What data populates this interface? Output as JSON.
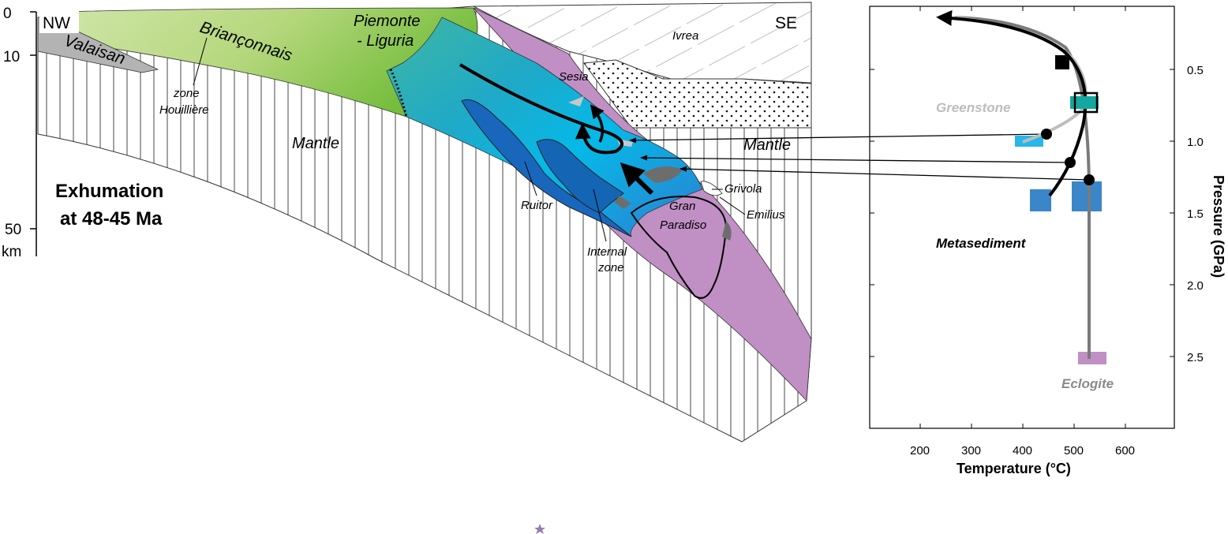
{
  "section": {
    "depth_axis": {
      "ticks": [
        "0",
        "10",
        "50"
      ],
      "unit": "km"
    },
    "orientation": {
      "left": "NW",
      "right": "SE"
    },
    "title_lines": [
      "Exhumation",
      "at 48-45 Ma"
    ],
    "labels": {
      "valaisan": "Valaisan",
      "brianconnais": "Briançonnais",
      "piemonte_1": "Piemonte",
      "piemonte_2": "- Liguria",
      "ivrea": "Ivrea",
      "sesia": "Sesia",
      "zone_houillere_1": "zone",
      "zone_houillere_2": "Houillière",
      "mantle_left": "Mantle",
      "mantle_right": "Mantle",
      "grivola": "Grivola",
      "emilius": "Emilius",
      "gran_paradiso_1": "Gran",
      "gran_paradiso_2": "Paradiso",
      "ruitor": "Ruitor",
      "internal_zone_1": "Internal",
      "internal_zone_2": "zone"
    },
    "colors": {
      "green_light": "#c5df9a",
      "green_dark": "#7cc242",
      "teal": "#00a99d",
      "cyan": "#00b8e6",
      "blue_mid": "#2f8fd1",
      "blue_dark": "#1565b5",
      "purple": "#c08fc4",
      "grey_unit": "#b3b3b3",
      "slab_grey": "#6d6d6d"
    }
  },
  "pt_chart": {
    "xlabel": "Temperature (°C)",
    "ylabel": "Pressure (GPa)",
    "x_ticks": [
      "200",
      "300",
      "400",
      "500",
      "600"
    ],
    "y_ticks": [
      "0.5",
      "1.0",
      "1.5",
      "2.0",
      "2.5"
    ],
    "paths": {
      "greenstone": "Greenstone",
      "metasediment": "Metasediment",
      "eclogite": "Eclogite"
    },
    "colors": {
      "greenstone": "#bdbdbd",
      "eclogite": "#7a7a7a",
      "teal_box": "#13a89e",
      "cyan_box": "#27b7ea",
      "blue_box": "#3a86c8",
      "purple_box": "#c08fc4"
    }
  }
}
